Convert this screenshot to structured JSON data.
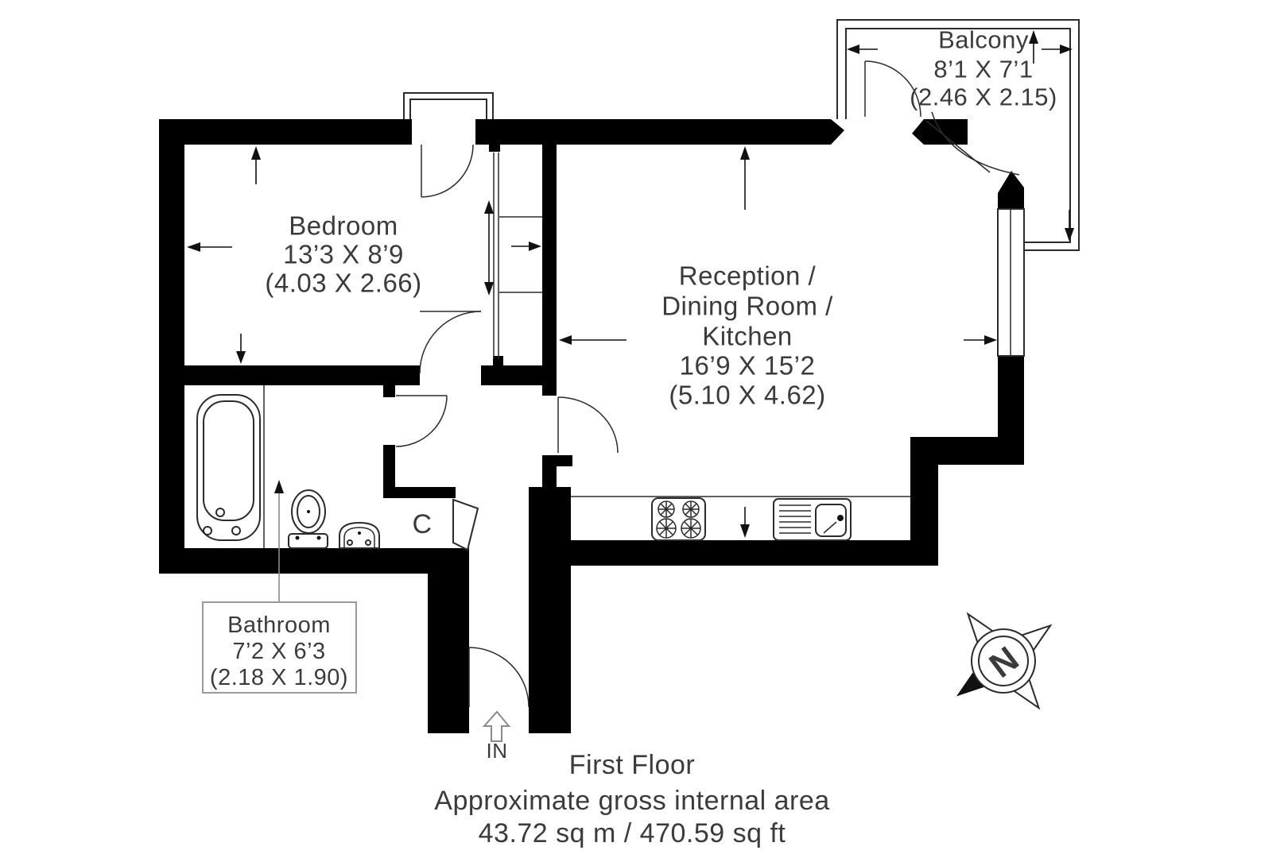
{
  "rooms": {
    "bedroom": {
      "name": "Bedroom",
      "size_imperial": "13’3 X 8’9",
      "size_metric": "(4.03 X 2.66)"
    },
    "reception": {
      "name_lines": [
        "Reception /",
        "Dining Room /",
        "Kitchen"
      ],
      "size_imperial": "16’9 X 15’2",
      "size_metric": "(5.10 X 4.62)"
    },
    "bathroom": {
      "name": "Bathroom",
      "size_imperial": "7’2 X 6’3",
      "size_metric": "(2.18 X 1.90)"
    },
    "balcony": {
      "name": "Balcony",
      "size_imperial": "8’1 X 7’1",
      "size_metric": "(2.46 X 2.15)"
    },
    "cupboard": {
      "label": "C"
    }
  },
  "entrance": {
    "label": "IN"
  },
  "compass": {
    "label": "N"
  },
  "footer": {
    "floor": "First Floor",
    "area_label": "Approximate gross internal area",
    "area_value": "43.72 sq m / 470.59 sq ft"
  },
  "colors": {
    "wall": "#000000",
    "line": "#2b2b2b",
    "label_border": "#9a9a9a",
    "text": "#3b3b3b"
  }
}
